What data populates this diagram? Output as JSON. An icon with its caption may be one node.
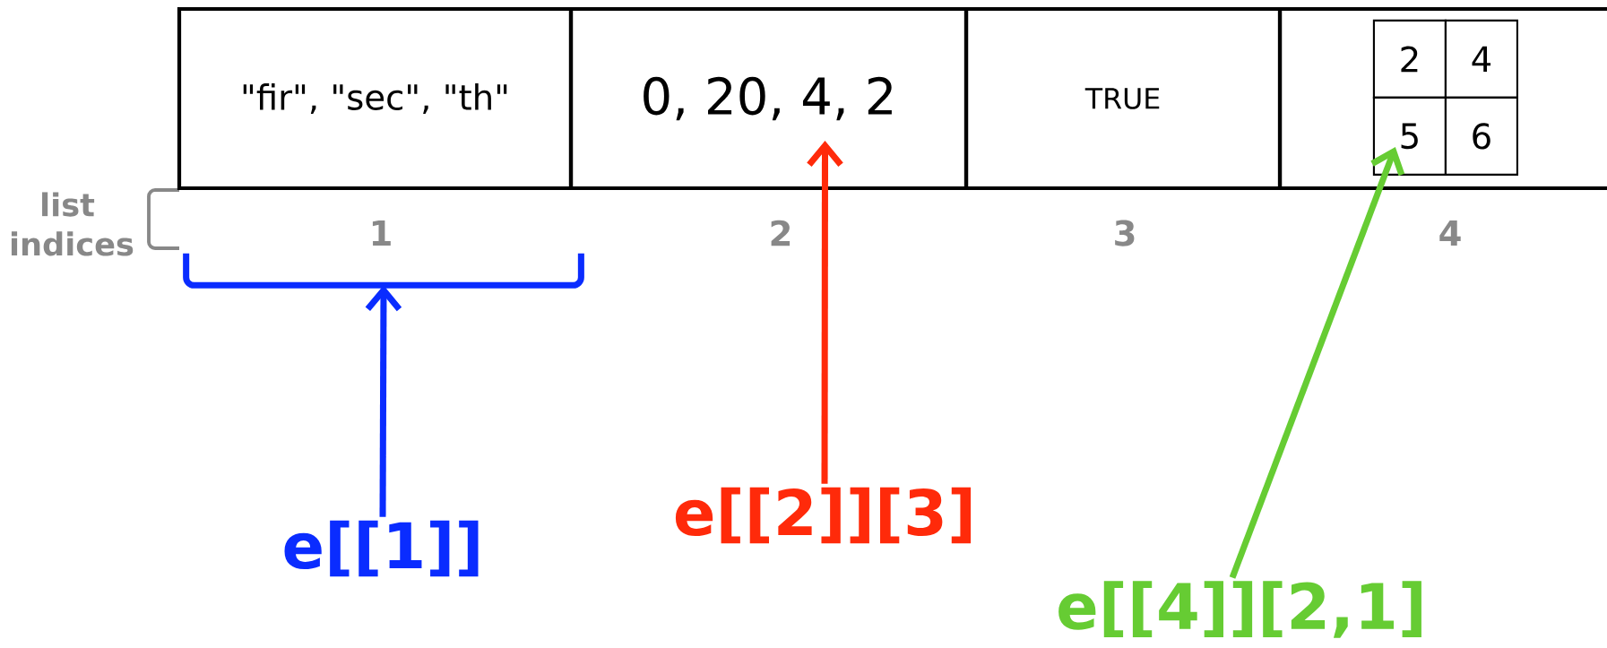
{
  "diagram": {
    "nodes": [
      {
        "text": [
          "\"fir\", \"sec\", \"th\""
        ]
      },
      {
        "text": [
          "0, 20, 4, 2"
        ]
      },
      {
        "text": [
          "TRUE"
        ]
      },
      {
        "text": [],
        "shape": "box"
      },
      {
        "text": [
          "2"
        ],
        "in": 3
      },
      {
        "text": [
          "4"
        ],
        "in": 3
      },
      {
        "text": [
          "5"
        ],
        "in": 3
      },
      {
        "text": [
          "6"
        ],
        "in": 3
      },
      {
        "text": [],
        "shape": "bracket"
      },
      {
        "text": [
          "e[[1]]"
        ]
      },
      {
        "text": [
          "e[[2]][3]"
        ]
      },
      {
        "text": [
          "e[[4]][2,1]"
        ]
      }
    ],
    "edges": [
      {
        "from": 9,
        "to": 8,
        "arrow": "to",
        "color": "#0a2cff"
      },
      {
        "from": 10,
        "to": 1,
        "arrow": "to",
        "color": "#ff2a0a"
      },
      {
        "from": 11,
        "to": 6,
        "arrow": "to",
        "color": "#66cc33"
      }
    ],
    "labels": [
      "list indices",
      "1",
      "2",
      "3",
      "4"
    ]
  }
}
